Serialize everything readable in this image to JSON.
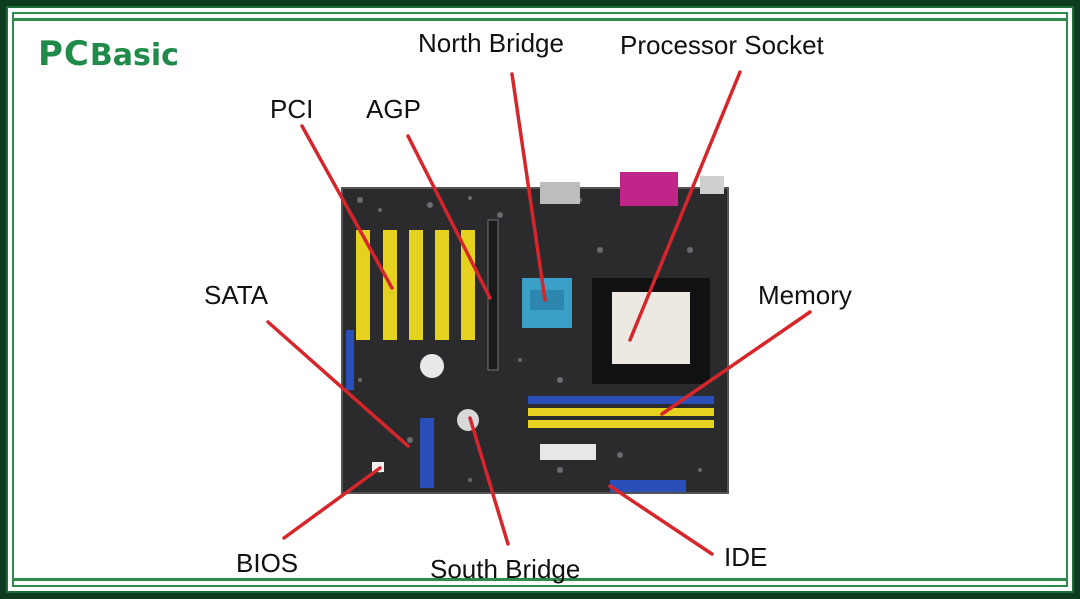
{
  "brand": {
    "logo_primary": "PC",
    "logo_secondary": "Basic",
    "color": "#1f8a4a"
  },
  "frame": {
    "border_color": "#2e8a4d",
    "background": "#0d3b1e"
  },
  "labels": {
    "north_bridge": "North Bridge",
    "processor_socket": "Processor Socket",
    "pci": "PCI",
    "agp": "AGP",
    "sata": "SATA",
    "memory": "Memory",
    "bios": "BIOS",
    "south_bridge": "South Bridge",
    "ide": "IDE"
  },
  "colors": {
    "pointer": "#d7262b",
    "board": "#2b2b2e",
    "slot_yellow": "#e5d21f",
    "slot_blue": "#2a4fb8",
    "heatsink": "#3aa0c8",
    "port_magenta": "#c0268a"
  }
}
